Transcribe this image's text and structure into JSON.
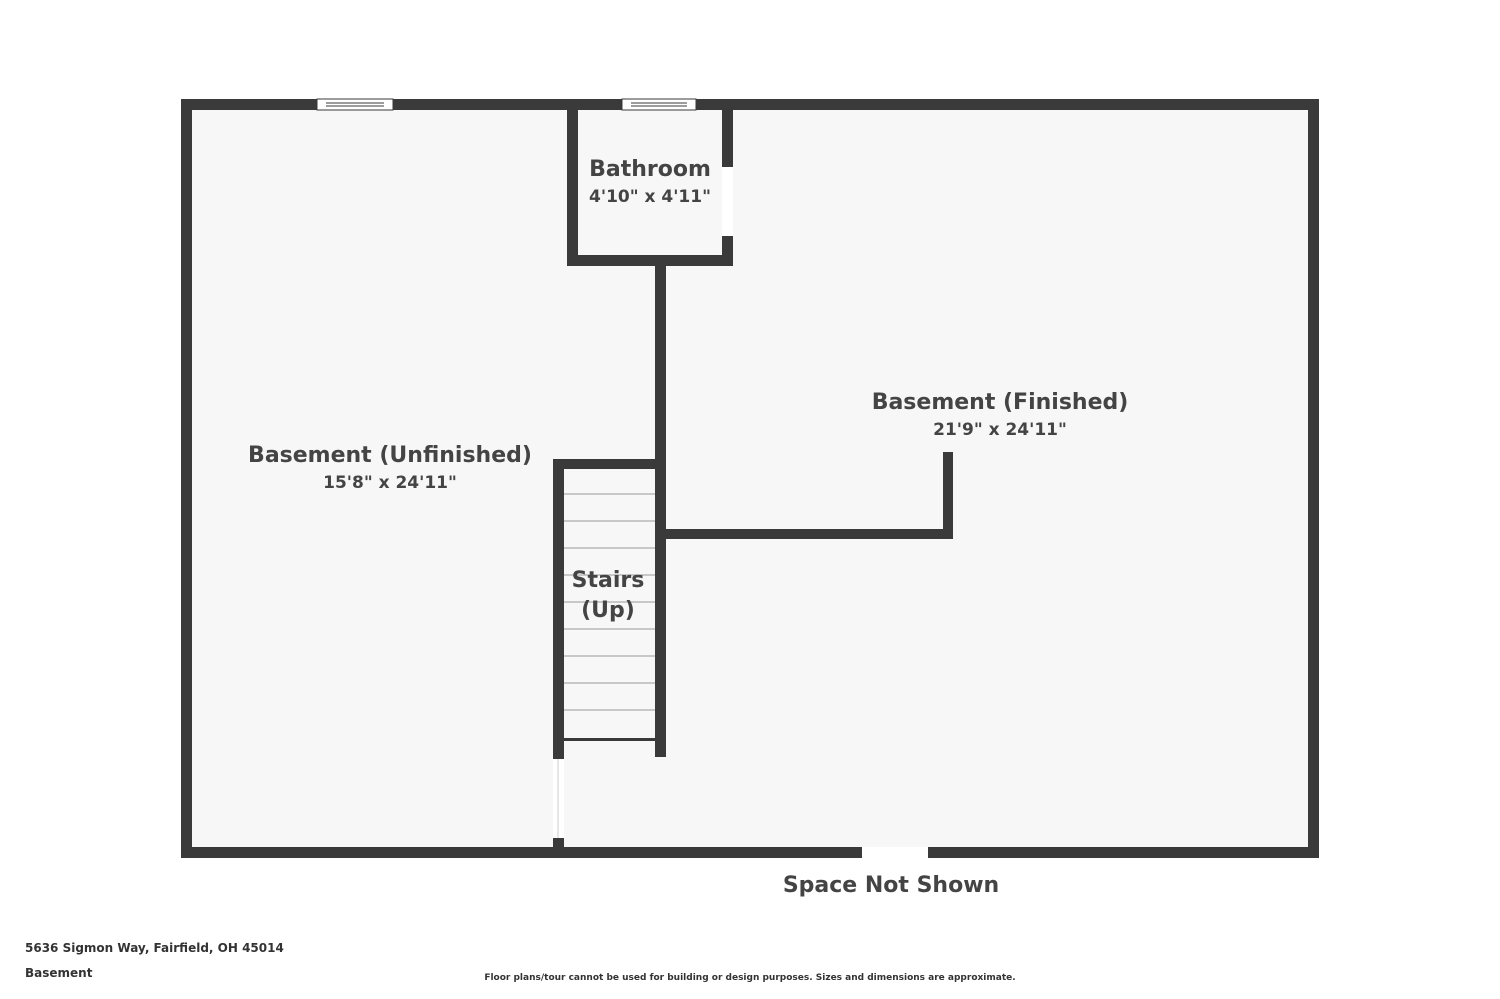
{
  "rooms": {
    "bathroom": {
      "name": "Bathroom",
      "dims": "4'10\" x 4'11\""
    },
    "unfinished": {
      "name": "Basement (Unfinished)",
      "dims": "15'8\" x 24'11\""
    },
    "finished": {
      "name": "Basement (Finished)",
      "dims": "21'9\" x 24'11\""
    },
    "stairs": {
      "line1": "Stairs",
      "line2": "(Up)"
    }
  },
  "notes": {
    "space_not_shown": "Space Not Shown"
  },
  "footer": {
    "address": "5636 Sigmon Way, Fairfield, OH 45014",
    "floor": "Basement",
    "disclaimer": "Floor plans/tour cannot be used for building or design purposes. Sizes and dimensions are approximate."
  },
  "colors": {
    "wall": "#3a3a3a",
    "floor": "#f7f7f7",
    "text": "#444444"
  }
}
